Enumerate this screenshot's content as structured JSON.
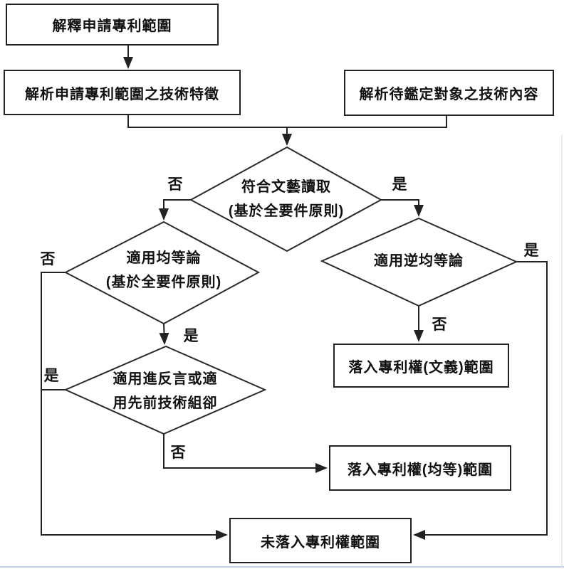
{
  "page": {
    "background": "#ffffff",
    "line_color": "#222222",
    "frame_border_color": "#c2cfe4"
  },
  "nodes": {
    "interpret_claims": {
      "label": "解釋申請專利範圍"
    },
    "analyze_claim_features": {
      "label": "解析申請專利範圍之技術特徵"
    },
    "analyze_accused_object": {
      "label": "解析待鑑定對象之技術內容"
    },
    "literal_reading": {
      "line1": "符合文藝讀取",
      "line2": "(基於全要件原則)"
    },
    "doctrine_of_equivalents": {
      "line1": "適用均等論",
      "line2": "(基於全要件原則)"
    },
    "reverse_doctrine": {
      "label": "適用逆均等論"
    },
    "estoppel_or_prior_art": {
      "line1": "適用進反言或適",
      "line2": "用先前技術組卻"
    },
    "falls_literal_scope": {
      "label": "落入專利權(文義)範圍"
    },
    "falls_equivalent_scope": {
      "label": "落入專利權(均等)範圍"
    },
    "not_in_scope": {
      "label": "未落入專利權範圍"
    }
  },
  "edge_labels": {
    "literal_no": "否",
    "literal_yes": "是",
    "doe_no": "否",
    "doe_yes": "是",
    "estoppel_yes": "是",
    "estoppel_no": "否",
    "reverse_yes": "是",
    "reverse_no": "否"
  }
}
